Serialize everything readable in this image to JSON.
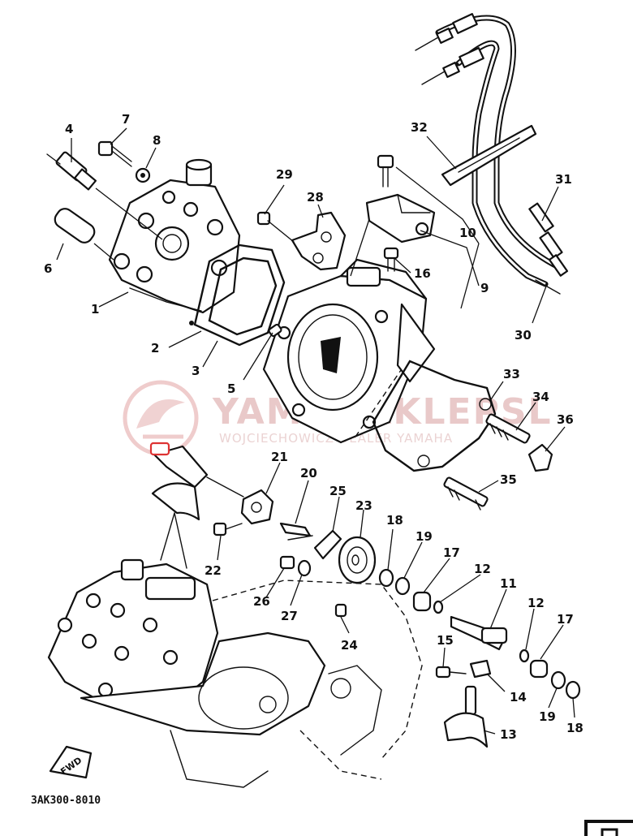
{
  "figure_code": "3AK300-8010",
  "watermark": {
    "brand": "YAMAHAKLEPSL",
    "subtitle": "WOJCIECHOWICZ DEALER YAMAHA",
    "color": "#e9c9c9"
  },
  "fwd_label": "FWD",
  "callouts": [
    {
      "id": "c1",
      "label": "1"
    },
    {
      "id": "c2",
      "label": "2"
    },
    {
      "id": "c3",
      "label": "3"
    },
    {
      "id": "c4",
      "label": "4"
    },
    {
      "id": "c5",
      "label": "5"
    },
    {
      "id": "c6",
      "label": "6"
    },
    {
      "id": "c7",
      "label": "7"
    },
    {
      "id": "c8",
      "label": "8"
    },
    {
      "id": "c9",
      "label": "9"
    },
    {
      "id": "c10",
      "label": "10"
    },
    {
      "id": "c11",
      "label": "11"
    },
    {
      "id": "c12a",
      "label": "12"
    },
    {
      "id": "c12b",
      "label": "12"
    },
    {
      "id": "c13",
      "label": "13"
    },
    {
      "id": "c14",
      "label": "14"
    },
    {
      "id": "c15",
      "label": "15"
    },
    {
      "id": "c16",
      "label": "16"
    },
    {
      "id": "c17a",
      "label": "17"
    },
    {
      "id": "c17b",
      "label": "17"
    },
    {
      "id": "c18a",
      "label": "18"
    },
    {
      "id": "c18b",
      "label": "18"
    },
    {
      "id": "c19a",
      "label": "19"
    },
    {
      "id": "c19b",
      "label": "19"
    },
    {
      "id": "c20",
      "label": "20"
    },
    {
      "id": "c21",
      "label": "21"
    },
    {
      "id": "c22",
      "label": "22"
    },
    {
      "id": "c23",
      "label": "23"
    },
    {
      "id": "c24",
      "label": "24"
    },
    {
      "id": "c25",
      "label": "25"
    },
    {
      "id": "c26",
      "label": "26"
    },
    {
      "id": "c27",
      "label": "27"
    },
    {
      "id": "c28",
      "label": "28"
    },
    {
      "id": "c29",
      "label": "29"
    },
    {
      "id": "c30",
      "label": "30"
    },
    {
      "id": "c31",
      "label": "31"
    },
    {
      "id": "c32",
      "label": "32"
    },
    {
      "id": "c33",
      "label": "33"
    },
    {
      "id": "c34",
      "label": "34"
    },
    {
      "id": "c35",
      "label": "35"
    },
    {
      "id": "c36",
      "label": "36"
    }
  ]
}
